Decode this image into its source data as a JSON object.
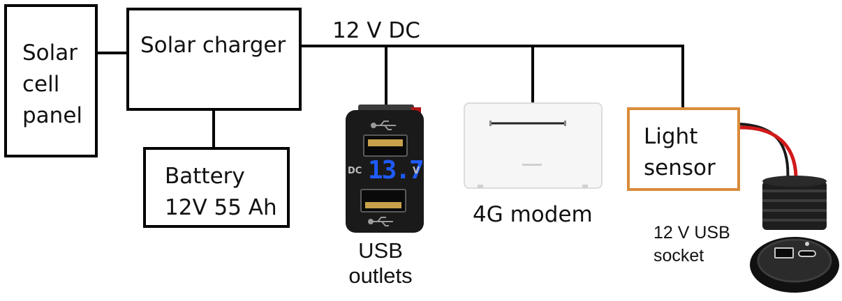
{
  "diagram": {
    "bus_label": "12 V DC",
    "blocks": {
      "solar_panel": [
        "Solar",
        "cell",
        "panel"
      ],
      "solar_charger": "Solar charger",
      "battery": [
        "Battery",
        "12V 55 Ah"
      ],
      "light_sensor": [
        "Light",
        "sensor"
      ]
    },
    "devices": {
      "usb_outlets": {
        "caption": [
          "USB",
          "outlets"
        ],
        "display_prefix": "DC",
        "display_value": "13.7",
        "display_unit": "V"
      },
      "modem": {
        "caption": "4G modem"
      },
      "usb_socket": {
        "caption": [
          "12 V USB",
          "socket"
        ]
      }
    },
    "colors": {
      "line": "#000000",
      "sensor_border": "#d98b3a",
      "display_digits": "#1e5bff",
      "device_body": "#1a1a1a",
      "cable_red": "#d21a1a"
    }
  }
}
